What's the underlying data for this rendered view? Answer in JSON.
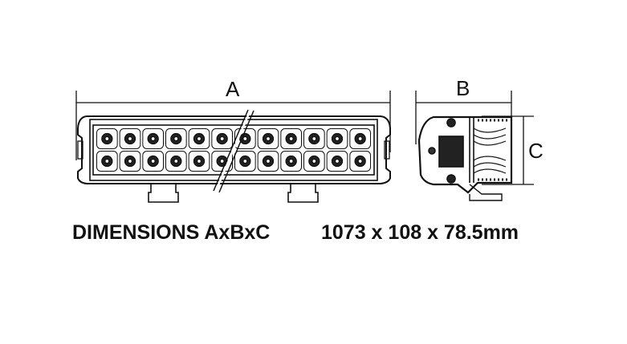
{
  "labels": {
    "a": "A",
    "b": "B",
    "c": "C"
  },
  "caption": {
    "title": "DIMENSIONS AxBxC",
    "value": "1073 x 108 x 78.5mm"
  },
  "led_grid": {
    "columns": 12,
    "rows": 2
  },
  "colors": {
    "line": "#111111",
    "background": "#ffffff"
  }
}
